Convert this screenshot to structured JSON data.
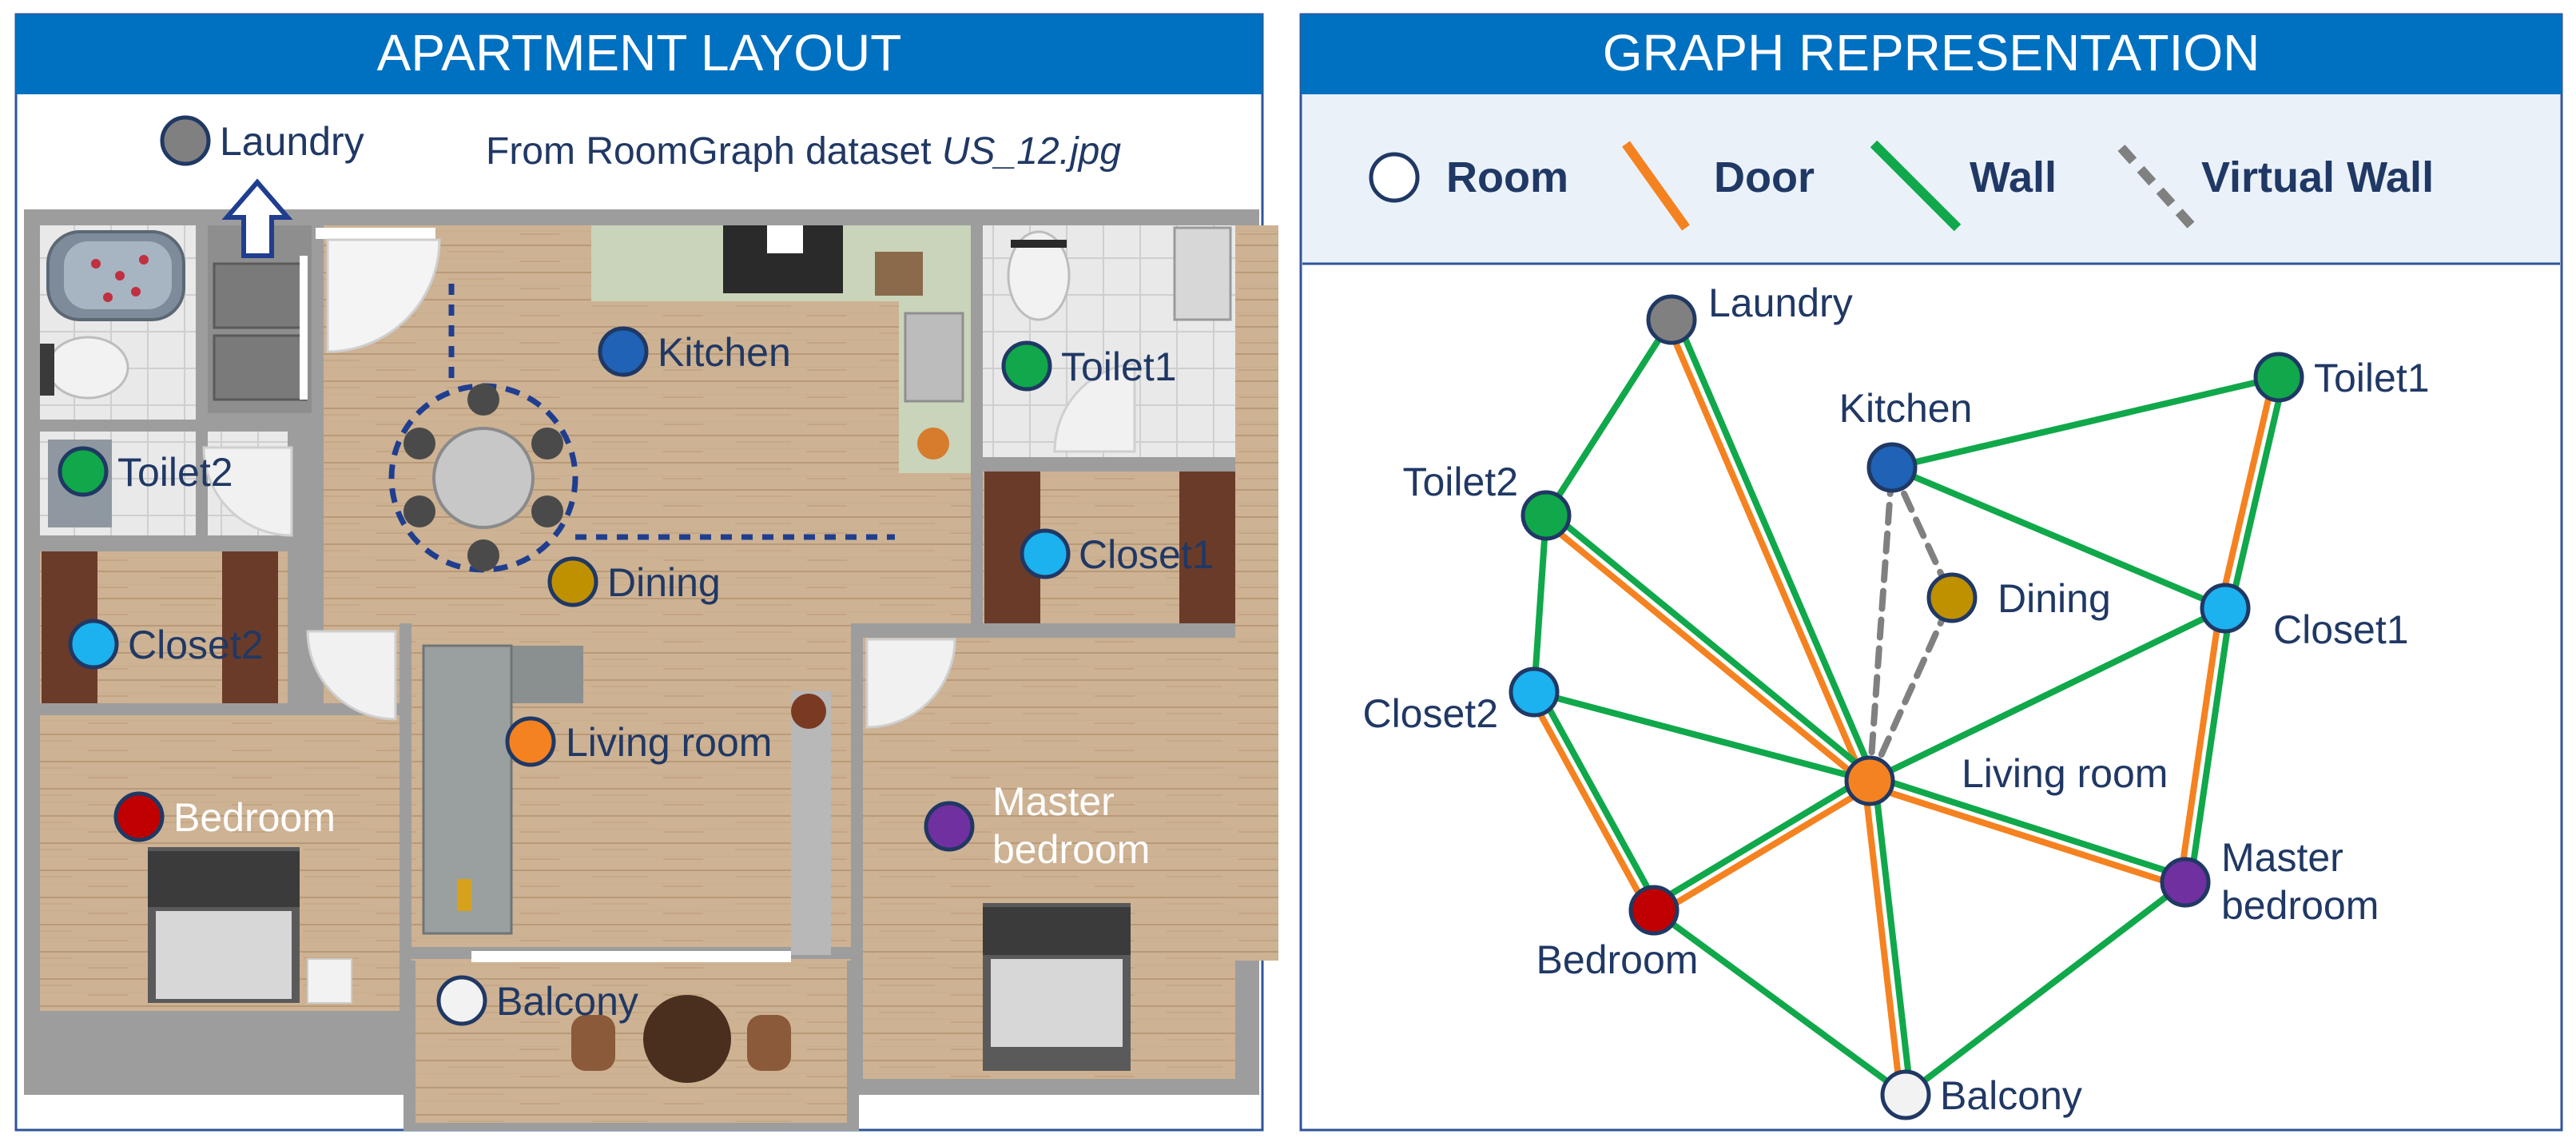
{
  "left_panel": {
    "title": "APARTMENT LAYOUT",
    "source_prefix": "From RoomGraph dataset ",
    "source_file": "US_12.jpg",
    "rooms": [
      {
        "id": "laundry",
        "label": "Laundry",
        "color": "#808080"
      },
      {
        "id": "kitchen",
        "label": "Kitchen",
        "color": "#1f62b6"
      },
      {
        "id": "toilet1",
        "label": "Toilet1",
        "color": "#10a84a"
      },
      {
        "id": "toilet2",
        "label": "Toilet2",
        "color": "#10a84a"
      },
      {
        "id": "closet1",
        "label": "Closet1",
        "color": "#1bb2ef"
      },
      {
        "id": "dining",
        "label": "Dining",
        "color": "#bf9000"
      },
      {
        "id": "closet2",
        "label": "Closet2",
        "color": "#1bb2ef"
      },
      {
        "id": "living",
        "label": "Living room",
        "color": "#f58220"
      },
      {
        "id": "bedroom",
        "label": "Bedroom",
        "color": "#c00000"
      },
      {
        "id": "master",
        "label": "Master bedroom",
        "color": "#7030a0"
      },
      {
        "id": "balcony",
        "label": "Balcony",
        "color": "#f2f2f2"
      }
    ]
  },
  "right_panel": {
    "title": "GRAPH REPRESENTATION",
    "legend": [
      {
        "id": "room",
        "label": "Room"
      },
      {
        "id": "door",
        "label": "Door"
      },
      {
        "id": "wall",
        "label": "Wall"
      },
      {
        "id": "virtual",
        "label": "Virtual Wall"
      }
    ],
    "nodes": [
      {
        "id": "laundry",
        "label": "Laundry",
        "color": "#808080"
      },
      {
        "id": "toilet1",
        "label": "Toilet1",
        "color": "#10a84a"
      },
      {
        "id": "kitchen",
        "label": "Kitchen",
        "color": "#1f62b6"
      },
      {
        "id": "toilet2",
        "label": "Toilet2",
        "color": "#10a84a"
      },
      {
        "id": "dining",
        "label": "Dining",
        "color": "#bf9000"
      },
      {
        "id": "closet1",
        "label": "Closet1",
        "color": "#1bb2ef"
      },
      {
        "id": "closet2",
        "label": "Closet2",
        "color": "#1bb2ef"
      },
      {
        "id": "living",
        "label": "Living room",
        "color": "#f58220"
      },
      {
        "id": "master",
        "label": "Master bedroom",
        "color": "#7030a0"
      },
      {
        "id": "bedroom",
        "label": "Bedroom",
        "color": "#c00000"
      },
      {
        "id": "balcony",
        "label": "Balcony",
        "color": "#f2f2f2"
      }
    ],
    "edges": [
      {
        "a": "laundry",
        "b": "toilet2",
        "doors": 0,
        "walls": 1,
        "virtual": 0
      },
      {
        "a": "laundry",
        "b": "living",
        "doors": 1,
        "walls": 1,
        "virtual": 0
      },
      {
        "a": "toilet2",
        "b": "closet2",
        "doors": 0,
        "walls": 1,
        "virtual": 0
      },
      {
        "a": "toilet2",
        "b": "living",
        "doors": 1,
        "walls": 1,
        "virtual": 0
      },
      {
        "a": "closet2",
        "b": "living",
        "doors": 0,
        "walls": 1,
        "virtual": 0
      },
      {
        "a": "closet2",
        "b": "bedroom",
        "doors": 1,
        "walls": 1,
        "virtual": 0
      },
      {
        "a": "bedroom",
        "b": "living",
        "doors": 1,
        "walls": 1,
        "virtual": 0
      },
      {
        "a": "bedroom",
        "b": "balcony",
        "doors": 0,
        "walls": 1,
        "virtual": 0
      },
      {
        "a": "living",
        "b": "balcony",
        "doors": 1,
        "walls": 1,
        "virtual": 0
      },
      {
        "a": "living",
        "b": "master",
        "doors": 1,
        "walls": 1,
        "virtual": 0
      },
      {
        "a": "living",
        "b": "closet1",
        "doors": 0,
        "walls": 1,
        "virtual": 0
      },
      {
        "a": "living",
        "b": "kitchen",
        "doors": 0,
        "walls": 0,
        "virtual": 1
      },
      {
        "a": "living",
        "b": "dining",
        "doors": 0,
        "walls": 0,
        "virtual": 1
      },
      {
        "a": "kitchen",
        "b": "dining",
        "doors": 0,
        "walls": 0,
        "virtual": 1
      },
      {
        "a": "kitchen",
        "b": "toilet1",
        "doors": 0,
        "walls": 1,
        "virtual": 0
      },
      {
        "a": "kitchen",
        "b": "closet1",
        "doors": 0,
        "walls": 1,
        "virtual": 0
      },
      {
        "a": "toilet1",
        "b": "closet1",
        "doors": 1,
        "walls": 1,
        "virtual": 0
      },
      {
        "a": "closet1",
        "b": "master",
        "doors": 1,
        "walls": 1,
        "virtual": 0
      },
      {
        "a": "master",
        "b": "balcony",
        "doors": 0,
        "walls": 1,
        "virtual": 0
      }
    ]
  },
  "colors": {
    "header": "#0070c0",
    "header_text": "#ffffff",
    "text": "#203864",
    "border": "#2f5597",
    "door": "#f58220",
    "wall": "#10a84a",
    "virtual": "#808080",
    "legend_bg": "#eaf1f9"
  }
}
